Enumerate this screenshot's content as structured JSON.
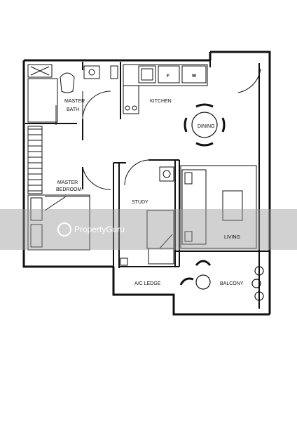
{
  "rooms": {
    "master_bath": [
      "MASTER",
      "BATH"
    ],
    "kitchen": "KITCHEN",
    "dining": "DINING",
    "master_bedroom": [
      "MASTER",
      "BEDROOM"
    ],
    "study": "STUDY",
    "living": "LIVING",
    "ac_ledge": "A/C LEDGE",
    "balcony": "BALCONY"
  },
  "appliances": {
    "fridge": "F",
    "washer": "W"
  },
  "watermark": {
    "text": "PropertyGuru"
  }
}
